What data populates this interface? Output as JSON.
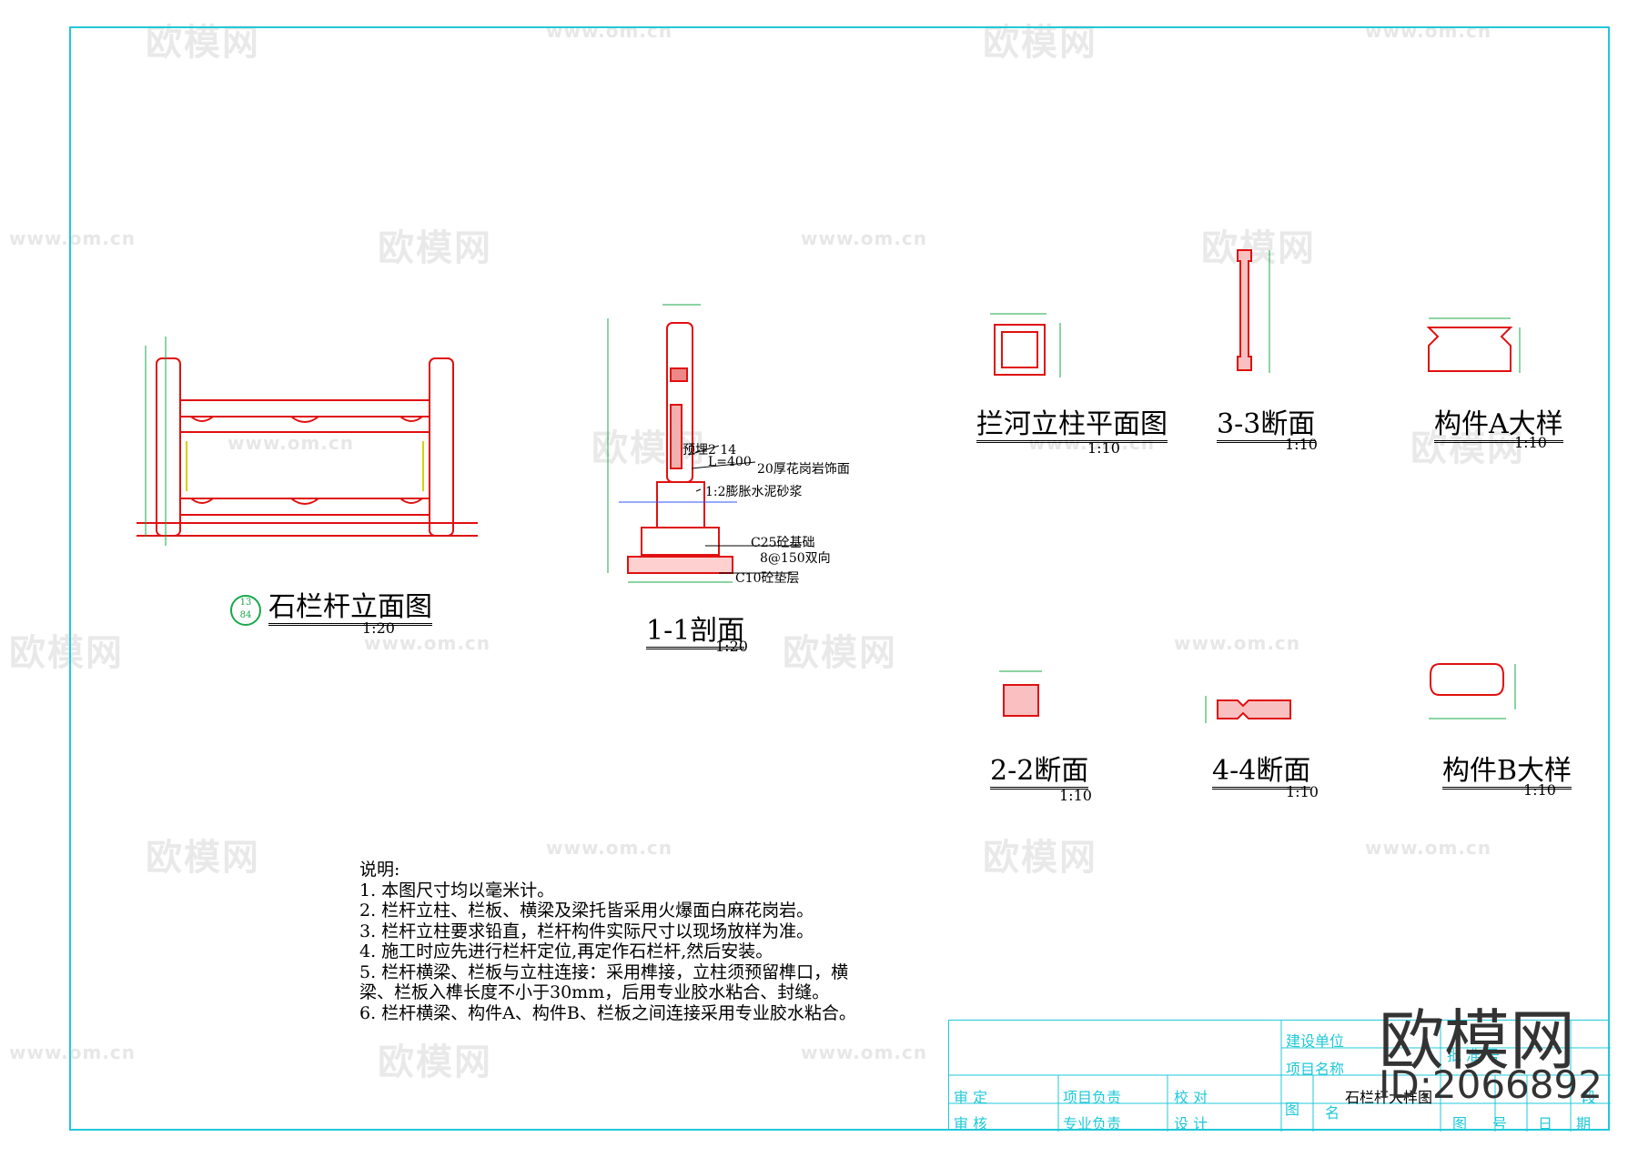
{
  "watermark": {
    "logo_text": "欧模网",
    "url_text": "www.om.cn",
    "big_logo": "欧模网",
    "big_id": "ID:2066892"
  },
  "drawings": {
    "elevation": {
      "title": "石栏杆立面图",
      "scale": "1:20",
      "tag_top": "13",
      "tag_bottom": "84"
    },
    "section_1_1": {
      "title": "1-1剖面",
      "scale": "1:20"
    },
    "column_plan": {
      "title": "拦河立柱平面图",
      "scale": "1:10"
    },
    "section_3_3": {
      "title": "3-3断面",
      "scale": "1:10"
    },
    "part_a": {
      "title": "构件A大样",
      "scale": "1:10"
    },
    "section_2_2": {
      "title": "2-2断面",
      "scale": "1:10"
    },
    "section_4_4": {
      "title": "4-4断面",
      "scale": "1:10"
    },
    "part_b": {
      "title": "构件B大样",
      "scale": "1:10"
    }
  },
  "section_annotations": {
    "embed": "预埋2 14",
    "length": "L=400",
    "granite": "20厚花岗岩饰面",
    "mortar": "1:2膨胀水泥砂浆",
    "foundation": "C25砼基础",
    "rebar": "8@150双向",
    "cushion": "C10砼垫层"
  },
  "notes": {
    "heading": "说明:",
    "items": [
      "1.  本图尺寸均以毫米计。",
      "2.  栏杆立柱、栏板、横梁及梁托皆采用火爆面白麻花岗岩。",
      "3.  栏杆立柱要求铅直，栏杆构件实际尺寸以现场放样为准。",
      "4.  施工时应先进行栏杆定位,再定作石栏杆,然后安装。",
      "5.  栏杆横梁、栏板与立柱连接：采用榫接，立柱须预留榫口，横",
      "    梁、栏板入榫长度不小于30mm，后用专业胶水粘合、封缝。",
      "6.  栏杆横梁、构件A、构件B、栏板之间连接采用专业胶水粘合。"
    ]
  },
  "title_block": {
    "build_unit": "建设单位",
    "project_name": "项目名称",
    "approve": "审  定",
    "project_lead": "项目负责",
    "check": "校  对",
    "review": "审  核",
    "specialty_lead": "专业负责",
    "design": "设  计",
    "drawing_label": "图",
    "name_label": "名",
    "drawing_name": "石栏杆大样图",
    "drawing_no": "图",
    "number": "号",
    "date": "日",
    "period": "期",
    "stage": "段",
    "batch": "批  准 号"
  }
}
